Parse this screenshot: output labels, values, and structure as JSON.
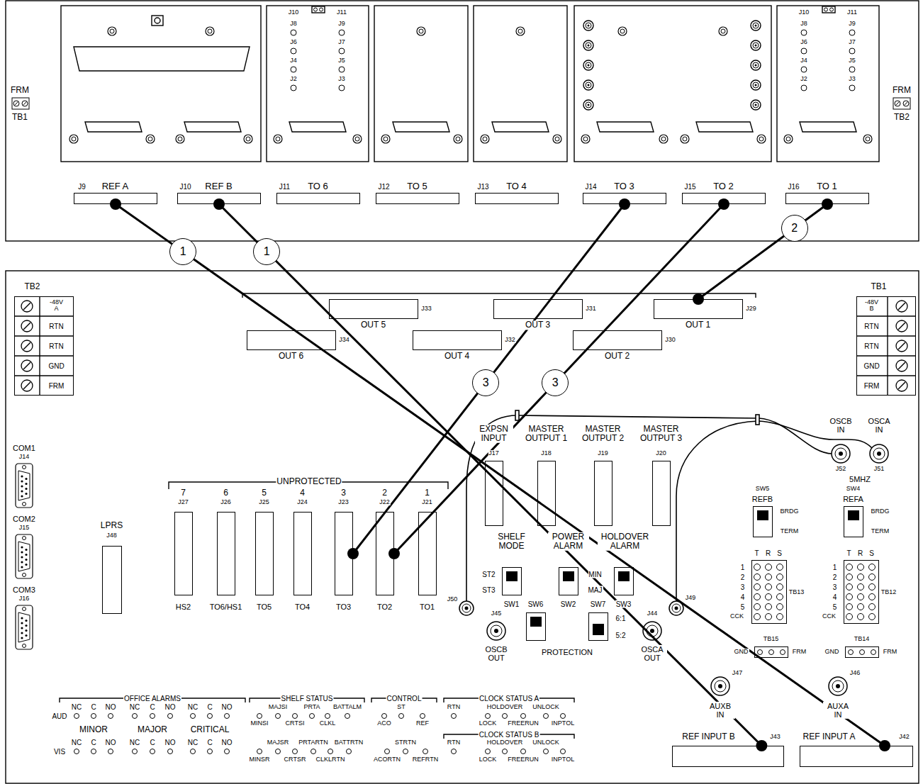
{
  "diagram": {
    "nodes": [
      {
        "text": [
          "J9",
          "REF A"
        ]
      },
      {
        "text": [
          "J10",
          "REF B"
        ]
      },
      {
        "text": [
          "J11",
          "TO 6"
        ]
      },
      {
        "text": [
          "J12",
          "TO 5"
        ]
      },
      {
        "text": [
          "J13",
          "TO 4"
        ]
      },
      {
        "text": [
          "J14",
          "TO 3"
        ]
      },
      {
        "text": [
          "J15",
          "TO 2"
        ]
      },
      {
        "text": [
          "J16",
          "TO 1"
        ]
      },
      {
        "text": [
          "TB2",
          "-48V A",
          "RTN",
          "RTN",
          "GND",
          "FRM"
        ]
      },
      {
        "text": [
          "TB1",
          "-48V B",
          "RTN",
          "RTN",
          "GND",
          "FRM"
        ]
      },
      {
        "text": [
          "OUT 5",
          "J33"
        ]
      },
      {
        "text": [
          "OUT 3",
          "J31"
        ]
      },
      {
        "text": [
          "OUT 1",
          "J29"
        ]
      },
      {
        "text": [
          "OUT 6",
          "J34"
        ]
      },
      {
        "text": [
          "OUT 4",
          "J32"
        ]
      },
      {
        "text": [
          "OUT 2",
          "J30"
        ]
      },
      {
        "text": [
          "LPRS",
          "J48"
        ]
      },
      {
        "text": [
          "7",
          "J27",
          "HS2"
        ]
      },
      {
        "text": [
          "6",
          "J26",
          "TO6/HS1"
        ]
      },
      {
        "text": [
          "5",
          "J25",
          "TO5"
        ]
      },
      {
        "text": [
          "4",
          "J24",
          "TO4"
        ]
      },
      {
        "text": [
          "3",
          "J23",
          "TO3"
        ]
      },
      {
        "text": [
          "2",
          "J22",
          "TO2"
        ]
      },
      {
        "text": [
          "1",
          "J21",
          "TO1"
        ]
      },
      {
        "text": [
          "EXPSN INPUT",
          "J17"
        ]
      },
      {
        "text": [
          "MASTER OUTPUT 1",
          "J18"
        ]
      },
      {
        "text": [
          "MASTER OUTPUT 2",
          "J19"
        ]
      },
      {
        "text": [
          "MASTER OUTPUT 3",
          "J20"
        ]
      },
      {
        "text": [
          "SHELF MODE",
          "ST2",
          "ST3",
          "SW1"
        ]
      },
      {
        "text": [
          "POWER ALARM",
          "MIN",
          "MAJ",
          "SW2"
        ]
      },
      {
        "text": [
          "HOLDOVER ALARM",
          "SW3"
        ]
      },
      {
        "text": [
          "SW5",
          "REFB",
          "BRDG",
          "TERM"
        ]
      },
      {
        "text": [
          "SW4",
          "REFA",
          "BRDG",
          "TERM"
        ]
      },
      {
        "text": [
          "T",
          "R",
          "S",
          "1",
          "2",
          "3",
          "4",
          "5",
          "CCK",
          "TB13"
        ]
      },
      {
        "text": [
          "T",
          "R",
          "S",
          "1",
          "2",
          "3",
          "4",
          "5",
          "CCK",
          "TB12"
        ]
      },
      {
        "text": [
          "SW6"
        ]
      },
      {
        "text": [
          "SW7",
          "6:1",
          "5:2"
        ]
      },
      {
        "text": [
          "TB15",
          "GND",
          "FRM"
        ]
      },
      {
        "text": [
          "TB14",
          "GND",
          "FRM"
        ]
      },
      {
        "text": [
          "REF INPUT B",
          "J43"
        ]
      },
      {
        "text": [
          "REF INPUT A",
          "J42"
        ]
      }
    ],
    "edges": [
      {
        "from": 0,
        "to": 40,
        "arrow": "none"
      },
      {
        "from": 1,
        "to": 39,
        "arrow": "none"
      },
      {
        "from": 5,
        "to": 21,
        "arrow": "none"
      },
      {
        "from": 6,
        "to": 22,
        "arrow": "none"
      },
      {
        "from": 7,
        "to": 12,
        "arrow": "none"
      }
    ],
    "labels": [
      "FRM",
      "TB1",
      "FRM",
      "TB2",
      "J10",
      "J11",
      "J8",
      "J9",
      "J6",
      "J7",
      "J4",
      "J5",
      "J2",
      "J3",
      "J10",
      "J11",
      "J8",
      "J9",
      "J6",
      "J7",
      "J4",
      "J5",
      "J2",
      "J3",
      "1",
      "1",
      "2",
      "3",
      "3",
      "COM1",
      "J14",
      "COM2",
      "J15",
      "COM3",
      "J16",
      "UNPROTECTED",
      "OSCB IN",
      "OSCA IN",
      "J52",
      "J51",
      "5MHZ",
      "J50",
      "J49",
      "J45",
      "OSCB OUT",
      "J44",
      "OSCA OUT",
      "PROTECTION",
      "J47",
      "AUXB IN",
      "J46",
      "AUXA IN",
      "OFFICE ALARMS",
      "SHELF STATUS",
      "CONTROL",
      "CLOCK STATUS A",
      "AUD",
      "NC",
      "C",
      "NO",
      "NC",
      "C",
      "NO",
      "NC",
      "C",
      "NO",
      "MINOR",
      "MAJOR",
      "CRITICAL",
      "VIS",
      "NC",
      "C",
      "NO",
      "NC",
      "C",
      "NO",
      "NC",
      "C",
      "NO",
      "MAJSI",
      "PRTA",
      "BATTALM",
      "MINSI",
      "CRTSI",
      "CLKL",
      "MAJSR",
      "PRTARTN",
      "BATTRTN",
      "MINSR",
      "CRTSR",
      "CLKLRTN",
      "ST",
      "ACO",
      "REF",
      "STRTN",
      "ACORTN",
      "REFRTN",
      "RTN",
      "HOLDOVER",
      "UNLOCK",
      "LOCK",
      "FREERUN",
      "INPTOL",
      "CLOCK STATUS B",
      "RTN",
      "HOLDOVER",
      "UNLOCK",
      "LOCK",
      "FREERUN",
      "INPTOL"
    ]
  }
}
